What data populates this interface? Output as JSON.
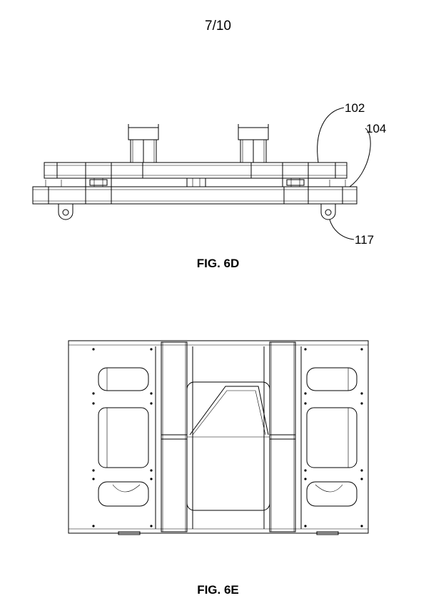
{
  "sheet": {
    "page_number": "7/10"
  },
  "figures": [
    {
      "id": "6D",
      "caption": "FIG. 6D",
      "reference_numerals": [
        "102",
        "104",
        "117"
      ]
    },
    {
      "id": "6E",
      "caption": "FIG. 6E"
    }
  ]
}
